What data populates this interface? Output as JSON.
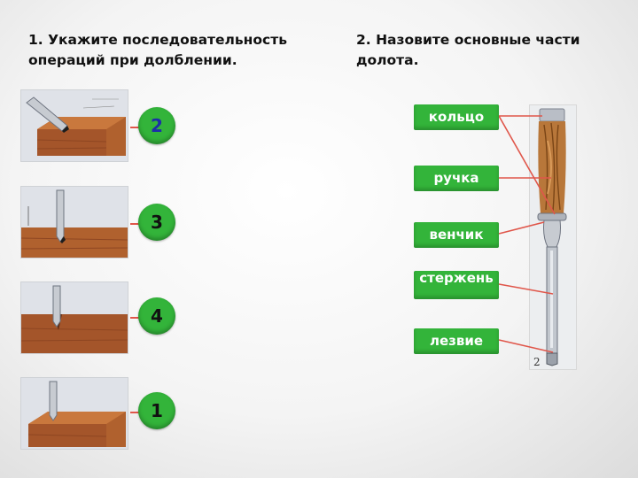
{
  "task1": {
    "text": "1. Укажите последовательность операций при долблении."
  },
  "task2": {
    "text": "2. Назовите основные части долота."
  },
  "steps": [
    {
      "number": "2"
    },
    {
      "number": "3"
    },
    {
      "number": "4"
    },
    {
      "number": "1"
    }
  ],
  "parts": [
    {
      "label": "кольцо"
    },
    {
      "label": "ручка"
    },
    {
      "label": "венчик"
    },
    {
      "label": "стержень"
    },
    {
      "label": "лезвие"
    }
  ],
  "chisel_photo_mark": "2",
  "colors": {
    "badge_green": "#33b43a",
    "connector_red": "#e0564a",
    "first_number_blue": "#1c2ea8"
  }
}
